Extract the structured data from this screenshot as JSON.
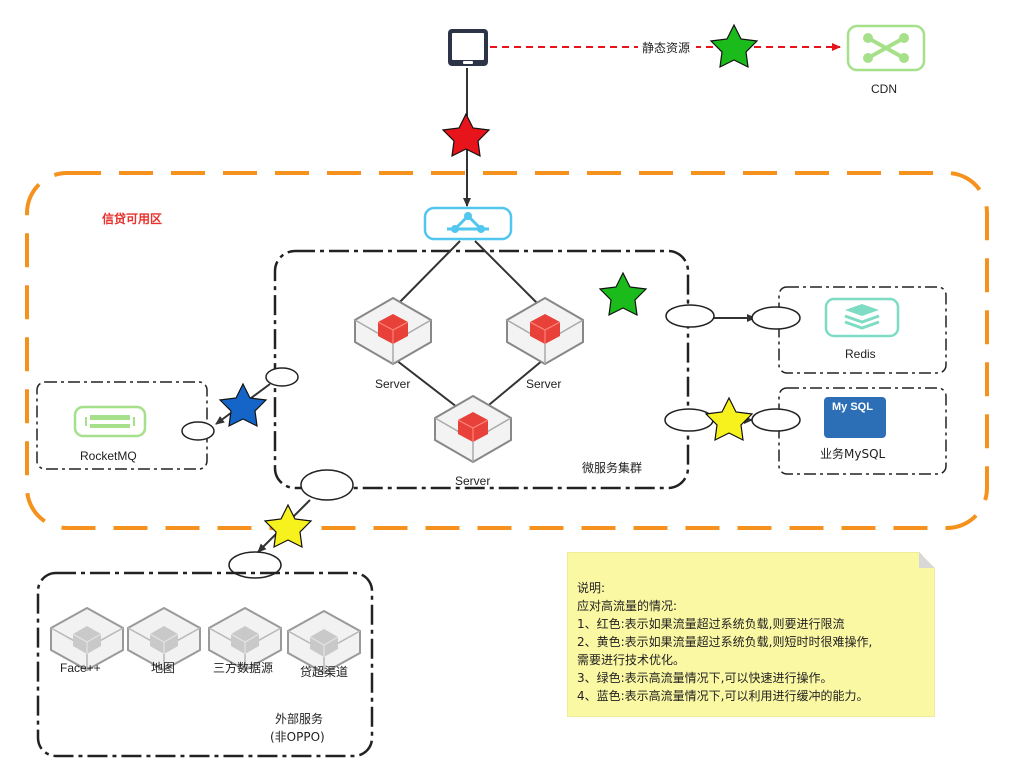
{
  "labels": {
    "static_resources": "静态资源",
    "cdn": "CDN",
    "zone_title": "信贷可用区",
    "server_left": "Server",
    "server_right": "Server",
    "server_bottom": "Server",
    "microservice_cluster": "微服务集群",
    "redis": "Redis",
    "mysql_logo": "My SQL",
    "mysql": "业务MySQL",
    "rocketmq": "RocketMQ",
    "ext_faceplus": "Face++",
    "ext_map": "地图",
    "ext_thirdparty": "三方数据源",
    "ext_channel": "贷超渠道",
    "external_services_line1": "外部服务",
    "external_services_line2": "(非OPPO)"
  },
  "note": {
    "title": "说明:",
    "subtitle": "应对高流量的情况:",
    "lines": [
      "1、红色:表示如果流量超过系统负载,则要进行限流",
      "2、黄色:表示如果流量超过系统负载,则短时时很难操作,",
      "需要进行技术优化。",
      "3、绿色:表示高流量情况下,可以快速进行操作。",
      "4、蓝色:表示高流量情况下,可以利用进行缓冲的能力。"
    ]
  },
  "colors": {
    "zone_border": "#f5921e",
    "zone_title": "#e8322d",
    "red_star": "#e8141b",
    "green_star": "#1bbb1b",
    "yellow_star": "#f7f21e",
    "blue_star": "#1565c8",
    "cdn_green": "#a6e08a",
    "lb_blue": "#51c6ef",
    "server_red": "#e8413a",
    "mysql_blue": "#2c6fb6",
    "note_bg": "#fbf8a3"
  },
  "icons": [
    "tablet-icon",
    "cdn-icon",
    "load-balancer-icon",
    "server-icon",
    "redis-icon",
    "mysql-icon",
    "rocketmq-icon",
    "external-server-icon",
    "star-icon"
  ]
}
